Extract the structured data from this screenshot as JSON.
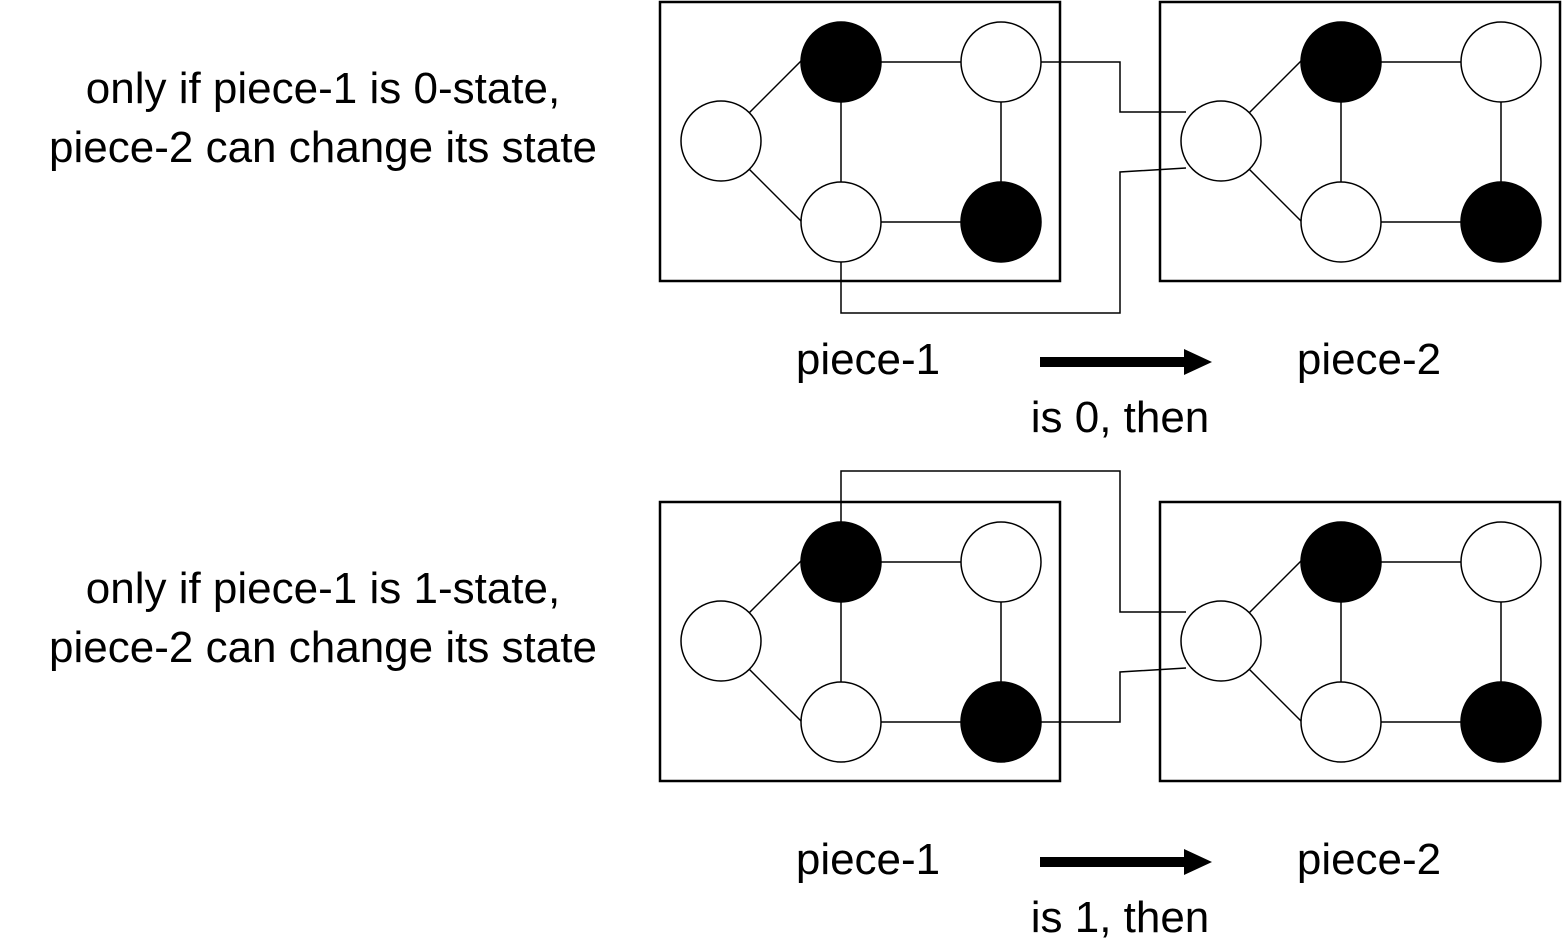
{
  "rows": [
    {
      "description_line1": "only if piece-1 is 0-state,",
      "description_line2": "piece-2 can change its state",
      "left_label": "piece-1",
      "right_label": "piece-2",
      "condition": "is 0, then",
      "source_node_color": "#ffffff"
    },
    {
      "description_line1": "only if piece-1 is 1-state,",
      "description_line2": "piece-2 can change its state",
      "left_label": "piece-1",
      "right_label": "piece-2",
      "condition": "is 1, then",
      "source_node_color": "#000000"
    }
  ],
  "piece_nodes": [
    {
      "id": "n1",
      "state": "white"
    },
    {
      "id": "n2",
      "state": "black"
    },
    {
      "id": "n3",
      "state": "white"
    },
    {
      "id": "n4",
      "state": "white"
    },
    {
      "id": "n5",
      "state": "black"
    }
  ],
  "colors": {
    "filled": "#000000",
    "empty": "#ffffff",
    "stroke": "#000000"
  }
}
